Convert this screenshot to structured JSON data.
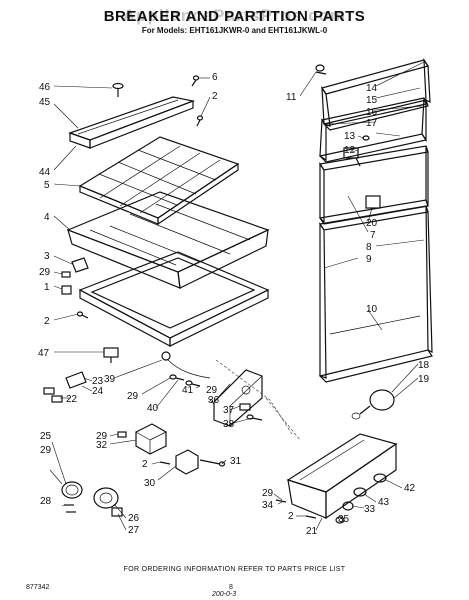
{
  "header": {
    "title": "BREAKER AND PARTITION PARTS",
    "subtitle": "For Models: EHT161JKWR-0 and EHT161JKWL-0",
    "watermark": "AppliancePartsPros.com"
  },
  "footer": {
    "ordering_note": "FOR ORDERING INFORMATION REFER TO PARTS PRICE LIST",
    "doc_number": "877342",
    "page_number": "8",
    "handwritten_mark": "200-0-3"
  },
  "callouts": [
    "46",
    "45",
    "44",
    "5",
    "4",
    "3",
    "29",
    "1",
    "2",
    "6",
    "2",
    "47",
    "39",
    "29",
    "40",
    "41",
    "29",
    "36",
    "37",
    "38",
    "23",
    "24",
    "22",
    "29",
    "32",
    "2",
    "31",
    "30",
    "25",
    "29",
    "28",
    "26",
    "27",
    "11",
    "14",
    "15",
    "16",
    "17",
    "13",
    "12",
    "20",
    "7",
    "8",
    "9",
    "10",
    "18",
    "19",
    "42",
    "43",
    "33",
    "29",
    "34",
    "2",
    "35",
    "21"
  ]
}
